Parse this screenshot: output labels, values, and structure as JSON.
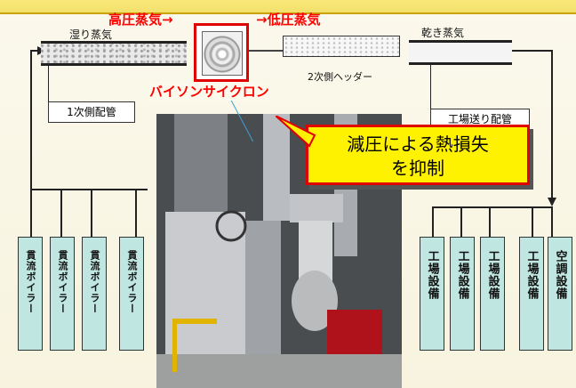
{
  "header": {
    "high_pressure": "高圧蒸気→",
    "low_pressure": "→低圧蒸気"
  },
  "pipes": {
    "wet_steam": "湿り蒸気",
    "dry_steam": "乾き蒸気",
    "header_2nd": "2次側ヘッダー",
    "primary_piping": "1次側配管",
    "factory_piping": "工場送り配管"
  },
  "cyclone_label": "バイソンサイクロン",
  "callout": {
    "line1": "減圧による熱損失",
    "line2": "を抑制"
  },
  "boilers": [
    "貫流ボイラー",
    "貫流ボイラー",
    "貫流ボイラー",
    "貫流ボイラー"
  ],
  "equipment": [
    "工場設備",
    "工場設備",
    "工場設備",
    "工場設備",
    "空調設備"
  ],
  "colors": {
    "accent_red": "#ff0000",
    "callout_yellow": "#fff200",
    "box_teal": "#bfe6e0"
  }
}
